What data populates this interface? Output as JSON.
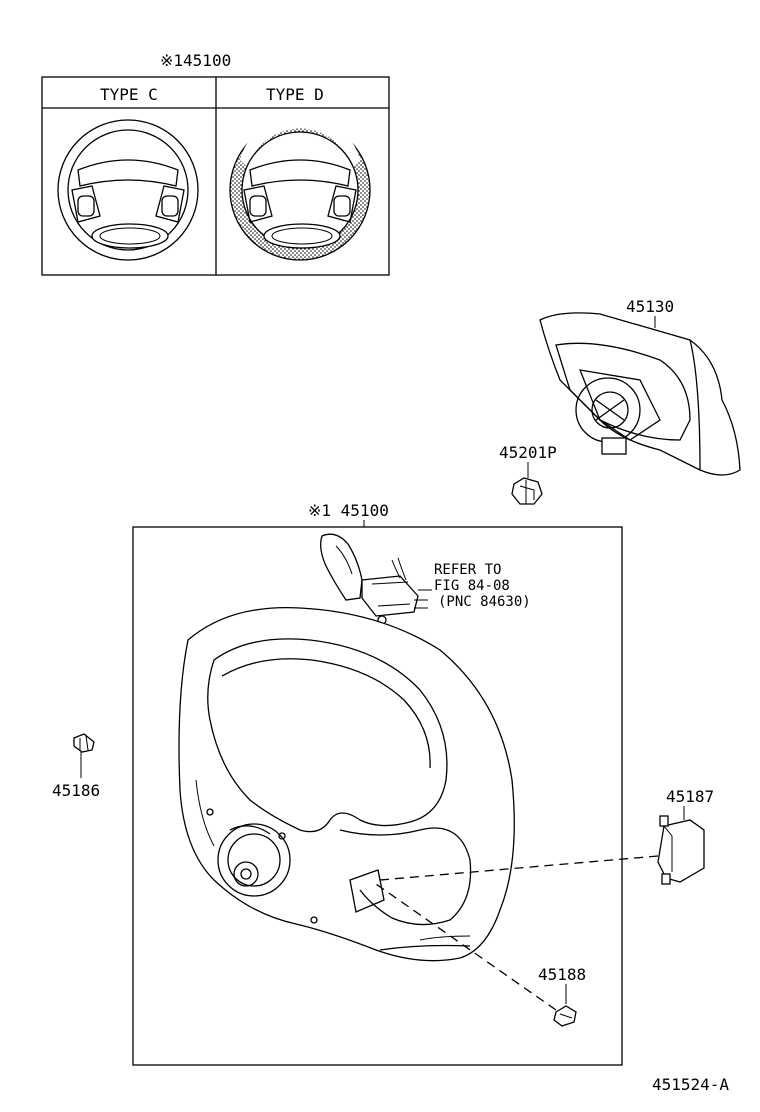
{
  "inset": {
    "header": "※145100",
    "types": [
      {
        "label": "TYPE C"
      },
      {
        "label": "TYPE D"
      }
    ]
  },
  "parts": {
    "pad": "45130",
    "nut_45201": "45201P",
    "wheel": "※1 45100",
    "screw_left": "45186",
    "cover_right": "45187",
    "screw_bottom": "45188"
  },
  "refer": {
    "line1": "REFER TO",
    "line2": "FIG 84-08",
    "line3": "(PNC 84630)"
  },
  "figure_id": "451524-A"
}
